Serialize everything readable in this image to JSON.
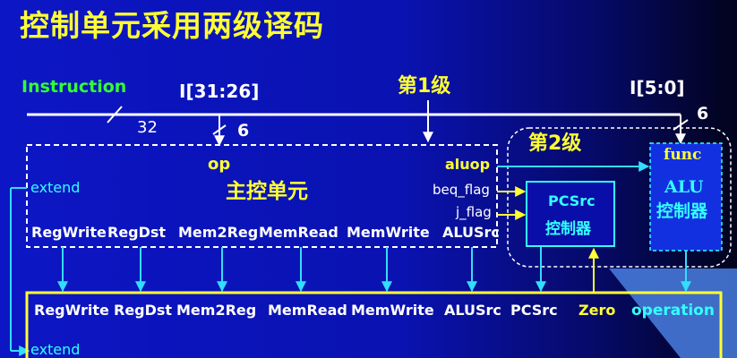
{
  "title": "控制单元采用两级译码",
  "labels": {
    "instruction": "Instruction",
    "op_bits": "I[31:26]",
    "funct_bits": "I[5:0]",
    "level1": "第1级",
    "level2": "第2级",
    "bus_width": "32",
    "op_width": "6",
    "funct_width": "6",
    "op": "op",
    "aluop": "aluop",
    "main_unit": "主控单元",
    "extend_top": "extend",
    "extend_bottom": "extend",
    "beq_flag": "beq_flag",
    "j_flag": "j_flag",
    "pcsrc_line1": "PCSrc",
    "pcsrc_line2": "控制器",
    "func": "func",
    "alu_line1": "ALU",
    "alu_line2": "控制器"
  },
  "main_outputs": [
    "RegWrite",
    "RegDst",
    "Mem2Reg",
    "MemRead",
    "MemWrite",
    "ALUSrc"
  ],
  "bottom_signals": [
    "RegWrite",
    "RegDst",
    "Mem2Reg",
    "MemRead",
    "MemWrite",
    "ALUSrc",
    "PCSrc",
    "Zero",
    "operation"
  ],
  "colors": {
    "background": "#0f17c8",
    "accent_yellow": "#ffff33",
    "arrow_cyan": "#33ddff",
    "label_green": "#33ff33",
    "label_cyan": "#33ffff"
  }
}
